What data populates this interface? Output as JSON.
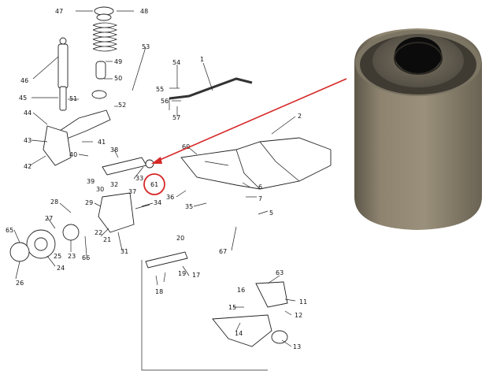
{
  "callouts": [
    {
      "id": "c47",
      "text": "47"
    },
    {
      "id": "c48",
      "text": "48"
    },
    {
      "id": "c49",
      "text": "49"
    },
    {
      "id": "c50",
      "text": "50"
    },
    {
      "id": "c46",
      "text": "46"
    },
    {
      "id": "c45",
      "text": "45"
    },
    {
      "id": "c51",
      "text": "51"
    },
    {
      "id": "c52",
      "text": "52"
    },
    {
      "id": "c53",
      "text": "53"
    },
    {
      "id": "c54",
      "text": "54"
    },
    {
      "id": "c55",
      "text": "55"
    },
    {
      "id": "c56",
      "text": "56"
    },
    {
      "id": "c57",
      "text": "57"
    },
    {
      "id": "c1",
      "text": "1"
    },
    {
      "id": "c2",
      "text": "2"
    },
    {
      "id": "c44",
      "text": "44"
    },
    {
      "id": "c43",
      "text": "43"
    },
    {
      "id": "c42",
      "text": "42"
    },
    {
      "id": "c41",
      "text": "41"
    },
    {
      "id": "c40",
      "text": "40"
    },
    {
      "id": "c38",
      "text": "38"
    },
    {
      "id": "c39",
      "text": "39"
    },
    {
      "id": "c60",
      "text": "60"
    },
    {
      "id": "c33",
      "text": "33"
    },
    {
      "id": "c61",
      "text": "61"
    },
    {
      "id": "c32",
      "text": "32"
    },
    {
      "id": "c30",
      "text": "30"
    },
    {
      "id": "c37",
      "text": "37"
    },
    {
      "id": "c36",
      "text": "36"
    },
    {
      "id": "c35",
      "text": "35"
    },
    {
      "id": "c34",
      "text": "34"
    },
    {
      "id": "c28",
      "text": "28"
    },
    {
      "id": "c29",
      "text": "29"
    },
    {
      "id": "c27",
      "text": "27"
    },
    {
      "id": "c22",
      "text": "22"
    },
    {
      "id": "c21",
      "text": "21"
    },
    {
      "id": "c31",
      "text": "31"
    },
    {
      "id": "c65",
      "text": "65"
    },
    {
      "id": "c25",
      "text": "25"
    },
    {
      "id": "c23",
      "text": "23"
    },
    {
      "id": "c66",
      "text": "66"
    },
    {
      "id": "c24",
      "text": "24"
    },
    {
      "id": "c26",
      "text": "26"
    },
    {
      "id": "c20",
      "text": "20"
    },
    {
      "id": "c18",
      "text": "18"
    },
    {
      "id": "c19",
      "text": "19"
    },
    {
      "id": "c17",
      "text": "17"
    },
    {
      "id": "c6",
      "text": "6"
    },
    {
      "id": "c7",
      "text": "7"
    },
    {
      "id": "c5",
      "text": "5"
    },
    {
      "id": "c67",
      "text": "67"
    },
    {
      "id": "c63",
      "text": "63"
    },
    {
      "id": "c16",
      "text": "16"
    },
    {
      "id": "c11",
      "text": "11"
    },
    {
      "id": "c15",
      "text": "15"
    },
    {
      "id": "c12",
      "text": "12"
    },
    {
      "id": "c14",
      "text": "14"
    },
    {
      "id": "c13",
      "text": "13"
    }
  ],
  "highlight": {
    "text": "61",
    "color": "#d62828"
  },
  "colors": {
    "line": "#222222",
    "arrow": "#d62828",
    "bushing_outer": "#8e8470",
    "bushing_dark": "#4a453c",
    "bushing_inner": "#6e6759",
    "bushing_hole": "#0b0b0b"
  }
}
